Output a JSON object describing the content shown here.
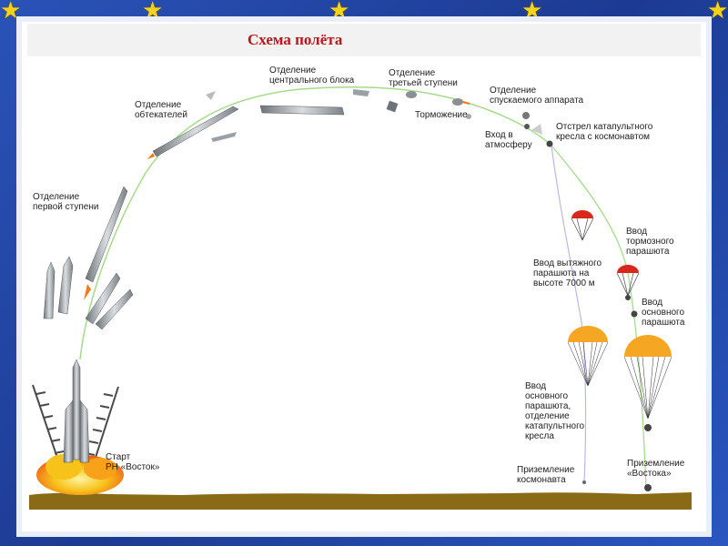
{
  "title": "Схема полёта",
  "labels": {
    "stage1_sep": "Отделение\nпервой ступени",
    "fairing_sep": "Отделение\nобтекателей",
    "core_sep": "Отделение\nцентрального блока",
    "stage3_sep": "Отделение\nтретьей ступени",
    "capsule_sep": "Отделение\nспускаемого аппарата",
    "braking": "Торможение",
    "reentry": "Вход в\nатмосферу",
    "ejection": "Отстрел катапультного\nкресла с космонавтом",
    "pilot_chute": "Ввод вытяжного\nпарашюта на\nвысоте 7000 м",
    "drogue_chute": "Ввод\nтормозного\nпарашюта",
    "main_chute": "Ввод\nосновного\nпарашюта",
    "main_chute_seat": "Ввод\nосновного\nпарашюта,\nотделение\nкатапультного\nкресла",
    "start": "Старт\nРН «Восток»",
    "cosmonaut_landing": "Приземление\nкосмонавта",
    "vostok_landing": "Приземление\n«Востока»"
  },
  "colors": {
    "frame": "#1f3f99",
    "star": "#f5d21c",
    "title": "#c0141c",
    "ground": "#8a6a16",
    "parachute_orange": "#f5a623",
    "parachute_red": "#d8281c",
    "flame": "#f7c21a"
  }
}
